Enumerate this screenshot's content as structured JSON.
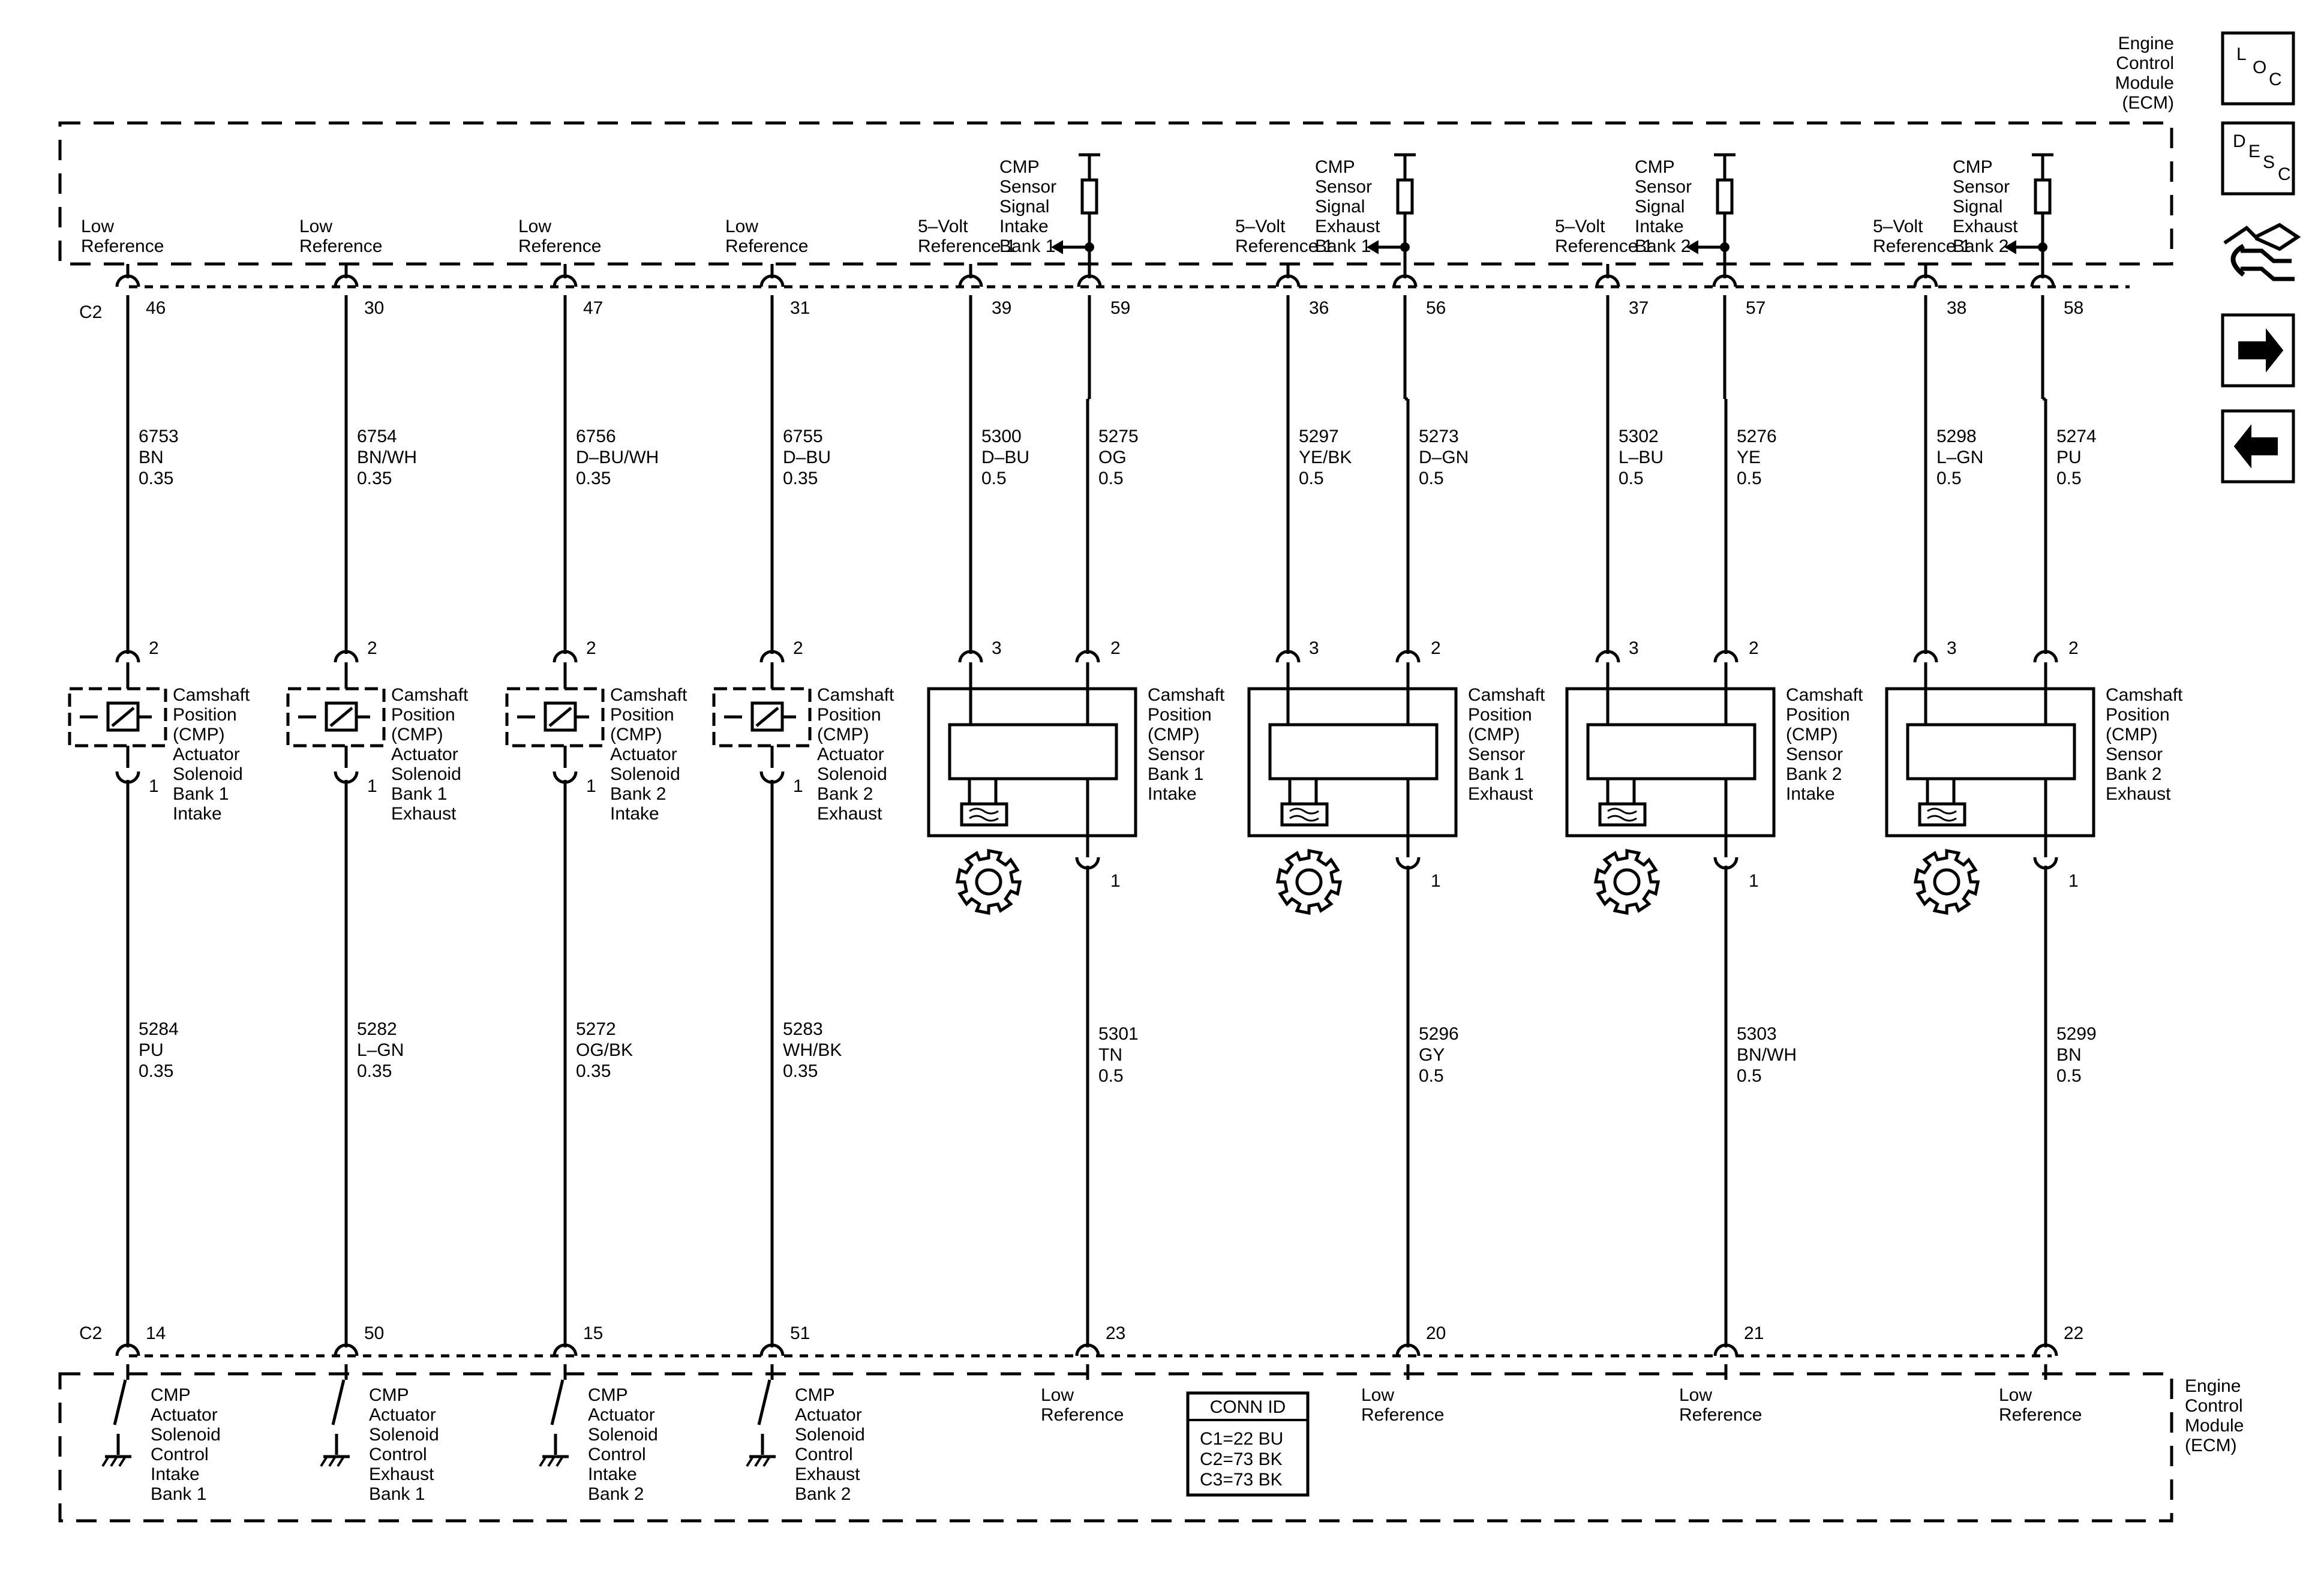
{
  "ecm_top": {
    "lines": [
      "Engine",
      "Control",
      "Module",
      "(ECM)"
    ]
  },
  "ecm_bottom": {
    "lines": [
      "Engine",
      "Control",
      "Module",
      "(ECM)"
    ]
  },
  "nav": {
    "loc": "LOC",
    "desc": "DESC"
  },
  "connector_top_id": "C2",
  "connector_bottom_id": "C2",
  "solenoid_circuits": [
    {
      "top_label": [
        "Low",
        "Reference"
      ],
      "top_pin": "46",
      "top_wire": [
        "6753",
        "BN",
        "0.35"
      ],
      "comp_pin_top": "2",
      "comp_pin_bottom": "1",
      "component": [
        "Camshaft",
        "Position",
        "(CMP)",
        "Actuator",
        "Solenoid",
        "Bank 1",
        "Intake"
      ],
      "bottom_wire": [
        "5284",
        "PU",
        "0.35"
      ],
      "bottom_pin": "14",
      "bottom_label": [
        "CMP",
        "Actuator",
        "Solenoid",
        "Control",
        "Intake",
        "Bank 1"
      ]
    },
    {
      "top_label": [
        "Low",
        "Reference"
      ],
      "top_pin": "30",
      "top_wire": [
        "6754",
        "BN/WH",
        "0.35"
      ],
      "comp_pin_top": "2",
      "comp_pin_bottom": "1",
      "component": [
        "Camshaft",
        "Position",
        "(CMP)",
        "Actuator",
        "Solenoid",
        "Bank 1",
        "Exhaust"
      ],
      "bottom_wire": [
        "5282",
        "L–GN",
        "0.35"
      ],
      "bottom_pin": "50",
      "bottom_label": [
        "CMP",
        "Actuator",
        "Solenoid",
        "Control",
        "Exhaust",
        "Bank 1"
      ]
    },
    {
      "top_label": [
        "Low",
        "Reference"
      ],
      "top_pin": "47",
      "top_wire": [
        "6756",
        "D–BU/WH",
        "0.35"
      ],
      "comp_pin_top": "2",
      "comp_pin_bottom": "1",
      "component": [
        "Camshaft",
        "Position",
        "(CMP)",
        "Actuator",
        "Solenoid",
        "Bank 2",
        "Intake"
      ],
      "bottom_wire": [
        "5272",
        "OG/BK",
        "0.35"
      ],
      "bottom_pin": "15",
      "bottom_label": [
        "CMP",
        "Actuator",
        "Solenoid",
        "Control",
        "Intake",
        "Bank 2"
      ]
    },
    {
      "top_label": [
        "Low",
        "Reference"
      ],
      "top_pin": "31",
      "top_wire": [
        "6755",
        "D–BU",
        "0.35"
      ],
      "comp_pin_top": "2",
      "comp_pin_bottom": "1",
      "component": [
        "Camshaft",
        "Position",
        "(CMP)",
        "Actuator",
        "Solenoid",
        "Bank 2",
        "Exhaust"
      ],
      "bottom_wire": [
        "5283",
        "WH/BK",
        "0.35"
      ],
      "bottom_pin": "51",
      "bottom_label": [
        "CMP",
        "Actuator",
        "Solenoid",
        "Control",
        "Exhaust",
        "Bank 2"
      ]
    }
  ],
  "sensor_circuits": [
    {
      "ref_label": [
        "5–Volt",
        "Reference 1"
      ],
      "ref_pin": "39",
      "ref_wire": [
        "5300",
        "D–BU",
        "0.5"
      ],
      "sig_label": [
        "CMP",
        "Sensor",
        "Signal",
        "Intake",
        "Bank 1"
      ],
      "sig_pin": "59",
      "sig_wire": [
        "5275",
        "OG",
        "0.5"
      ],
      "pin3": "3",
      "pin2": "2",
      "pin1": "1",
      "component": [
        "Camshaft",
        "Position",
        "(CMP)",
        "Sensor",
        "Bank 1",
        "Intake"
      ],
      "low_wire": [
        "5301",
        "TN",
        "0.5"
      ],
      "low_pin": "23",
      "low_label": [
        "Low",
        "Reference"
      ]
    },
    {
      "ref_label": [
        "5–Volt",
        "Reference 1"
      ],
      "ref_pin": "36",
      "ref_wire": [
        "5297",
        "YE/BK",
        "0.5"
      ],
      "sig_label": [
        "CMP",
        "Sensor",
        "Signal",
        "Exhaust",
        "Bank 1"
      ],
      "sig_pin": "56",
      "sig_wire": [
        "5273",
        "D–GN",
        "0.5"
      ],
      "pin3": "3",
      "pin2": "2",
      "pin1": "1",
      "component": [
        "Camshaft",
        "Position",
        "(CMP)",
        "Sensor",
        "Bank 1",
        "Exhaust"
      ],
      "low_wire": [
        "5296",
        "GY",
        "0.5"
      ],
      "low_pin": "20",
      "low_label": [
        "Low",
        "Reference"
      ]
    },
    {
      "ref_label": [
        "5–Volt",
        "Reference 1"
      ],
      "ref_pin": "37",
      "ref_wire": [
        "5302",
        "L–BU",
        "0.5"
      ],
      "sig_label": [
        "CMP",
        "Sensor",
        "Signal",
        "Intake",
        "Bank 2"
      ],
      "sig_pin": "57",
      "sig_wire": [
        "5276",
        "YE",
        "0.5"
      ],
      "pin3": "3",
      "pin2": "2",
      "pin1": "1",
      "component": [
        "Camshaft",
        "Position",
        "(CMP)",
        "Sensor",
        "Bank 2",
        "Intake"
      ],
      "low_wire": [
        "5303",
        "BN/WH",
        "0.5"
      ],
      "low_pin": "21",
      "low_label": [
        "Low",
        "Reference"
      ]
    },
    {
      "ref_label": [
        "5–Volt",
        "Reference 1"
      ],
      "ref_pin": "38",
      "ref_wire": [
        "5298",
        "L–GN",
        "0.5"
      ],
      "sig_label": [
        "CMP",
        "Sensor",
        "Signal",
        "Exhaust",
        "Bank 2"
      ],
      "sig_pin": "58",
      "sig_wire": [
        "5274",
        "PU",
        "0.5"
      ],
      "pin3": "3",
      "pin2": "2",
      "pin1": "1",
      "component": [
        "Camshaft",
        "Position",
        "(CMP)",
        "Sensor",
        "Bank 2",
        "Exhaust"
      ],
      "low_wire": [
        "5299",
        "BN",
        "0.5"
      ],
      "low_pin": "22",
      "low_label": [
        "Low",
        "Reference"
      ]
    }
  ],
  "conn_table": {
    "title": "CONN ID",
    "rows": [
      "C1=22 BU",
      "C2=73 BK",
      "C3=73 BK"
    ]
  }
}
